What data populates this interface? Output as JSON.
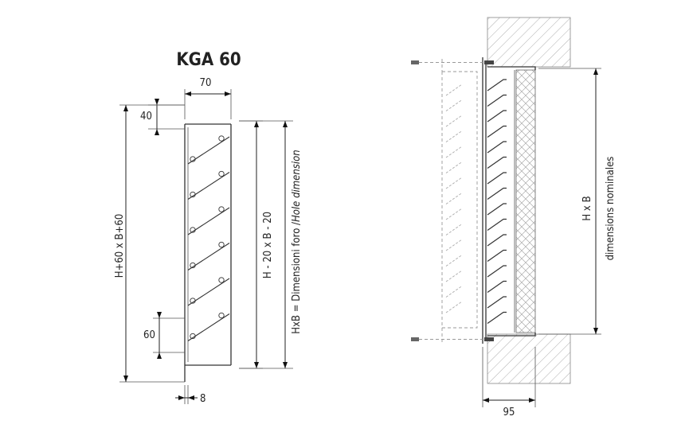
{
  "title": "KGA 60",
  "left": {
    "dim_width_top": "70",
    "dim_top_offset": "40",
    "dim_overall_height": "H+60 x B+60",
    "dim_inner": "H - 20 x B - 20",
    "dim_hole_prefix": "HxB = Dimensioni foro /",
    "dim_hole_italic": "Hole dimension",
    "dim_bottom_offset": "60",
    "dim_thickness": "8"
  },
  "right": {
    "dim_hb": "H x B",
    "dim_nominal": "dimensions nominales",
    "dim_depth": "95"
  },
  "colors": {
    "line": "#333333",
    "dashed": "#999999",
    "hatch": "#9a9a9a"
  }
}
